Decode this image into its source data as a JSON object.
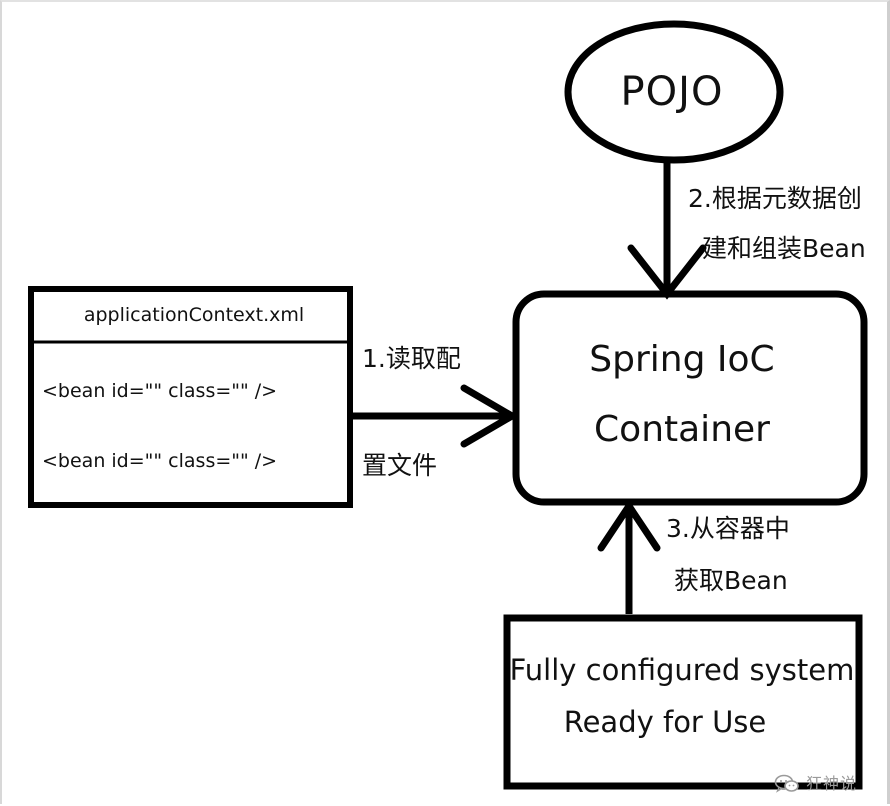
{
  "diagram": {
    "pojo": {
      "label": "POJO"
    },
    "config_file": {
      "title": "applicationContext.xml",
      "beans": [
        "<bean id=\"\" class=\"\" />",
        "<bean id=\"\" class=\"\" />"
      ]
    },
    "container": {
      "line1": "Spring IoC",
      "line2": "Container"
    },
    "system": {
      "line1": "Fully configured system",
      "line2": "Ready for Use"
    },
    "steps": {
      "read_config": {
        "line1": "1.读取配",
        "line2": "置文件"
      },
      "build_beans": {
        "line1": "2.根据元数据创",
        "line2": "建和组装Bean"
      },
      "get_bean": {
        "line1": "3.从容器中",
        "line2": "获取Bean"
      }
    }
  },
  "watermark": {
    "icon": "wechat-bubbles-icon",
    "text": "狂神说"
  },
  "colors": {
    "stroke": "#000000",
    "text": "#111111",
    "watermark": "#9a9a9a",
    "background": "#ffffff"
  }
}
